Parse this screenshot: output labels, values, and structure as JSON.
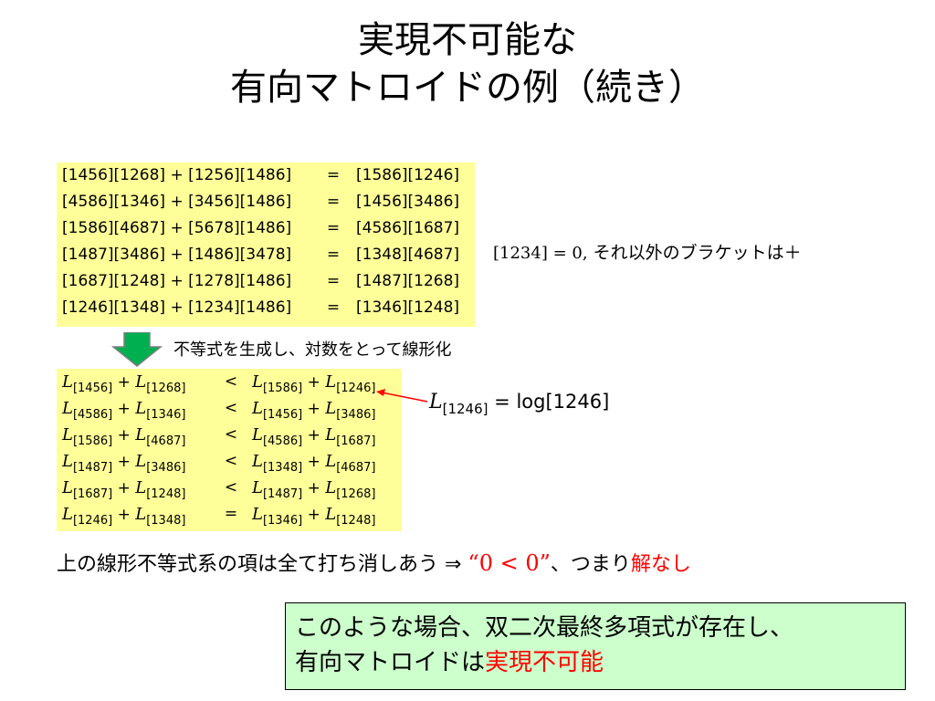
{
  "title": {
    "line1": "実現不可能な",
    "line2": "有向マトロイドの例（続き）"
  },
  "equations": [
    {
      "lhs": "[1456][1268] + [1256][1486]",
      "op": "=",
      "rhs": "[1586][1246]"
    },
    {
      "lhs": "[4586][1346] + [3456][1486]",
      "op": "=",
      "rhs": "[1456][3486]"
    },
    {
      "lhs": "[1586][4687] + [5678][1486]",
      "op": "=",
      "rhs": "[4586][1687]"
    },
    {
      "lhs": "[1487][3486] + [1486][3478]",
      "op": "=",
      "rhs": "[1348][4687]"
    },
    {
      "lhs": "[1687][1248] + [1278][1486]",
      "op": "=",
      "rhs": "[1487][1268]"
    },
    {
      "lhs": "[1246][1348] + [1234][1486]",
      "op": "=",
      "rhs": "[1346][1248]"
    }
  ],
  "side_note": {
    "math": "[1234] = 0,",
    "text": " それ以外のブラケットは＋"
  },
  "step_label": "不等式を生成し、対数をとって線形化",
  "inequalities": [
    {
      "a": "[1456]",
      "b": "[1268]",
      "op": "<",
      "c": "[1586]",
      "d": "[1246]"
    },
    {
      "a": "[4586]",
      "b": "[1346]",
      "op": "<",
      "c": "[1456]",
      "d": "[3486]"
    },
    {
      "a": "[1586]",
      "b": "[4687]",
      "op": "<",
      "c": "[4586]",
      "d": "[1687]"
    },
    {
      "a": "[1487]",
      "b": "[3486]",
      "op": "<",
      "c": "[1348]",
      "d": "[4687]"
    },
    {
      "a": "[1687]",
      "b": "[1248]",
      "op": "<",
      "c": "[1487]",
      "d": "[1268]"
    },
    {
      "a": "[1246]",
      "b": "[1348]",
      "op": "=",
      "c": "[1346]",
      "d": "[1248]"
    }
  ],
  "log_note": {
    "sub": "[1246]",
    "rhs": " = log[1246]"
  },
  "conclusion": {
    "text": "上の線形不等式系の項は全て打ち消しあう ⇒ ",
    "math": "“0 < 0”",
    "mid": "、つまり",
    "red": "解なし"
  },
  "summary": {
    "line1": "このような場合、双二次最終多項式が存在し、",
    "line2_prefix": "有向マトロイドは",
    "line2_red": "実現不可能"
  },
  "colors": {
    "yellow_box": "#ffff99",
    "green_box": "#ccffcc",
    "accent_red": "#ff0000",
    "arrow_green": "#00b050"
  }
}
